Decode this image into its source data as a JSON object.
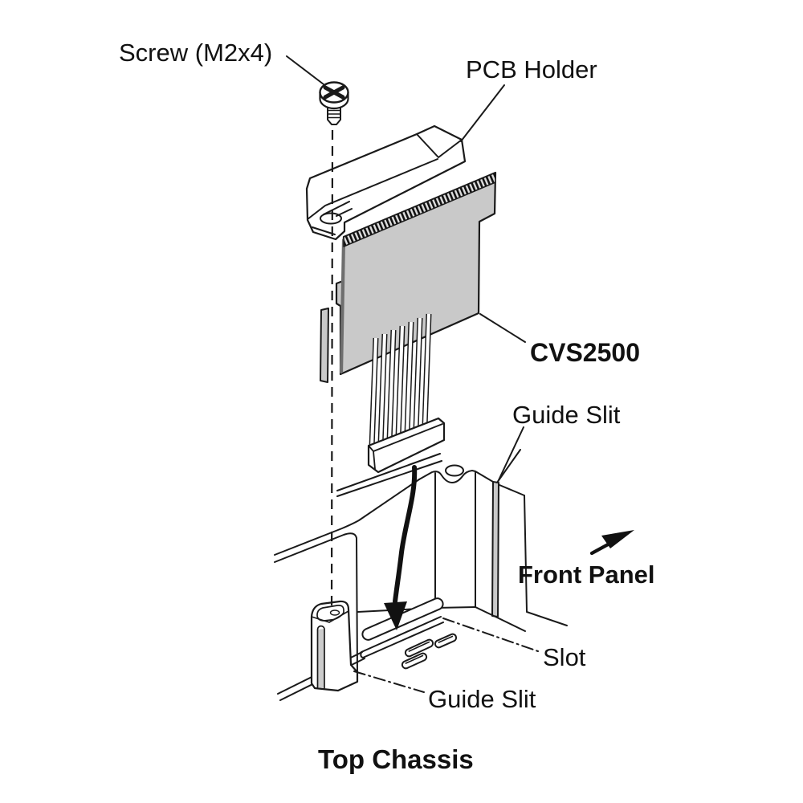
{
  "diagram": {
    "type": "exploded-assembly-installation-diagram",
    "labels": {
      "screw": "Screw (M2x4)",
      "pcb_holder": "PCB Holder",
      "board": "CVS2500",
      "guide_slit_top": "Guide Slit",
      "front_panel": "Front Panel",
      "slot": "Slot",
      "guide_slit_bottom": "Guide Slit",
      "top_chassis": "Top Chassis"
    },
    "colors": {
      "line": "#1a1a1a",
      "pcb_fill": "#c9c9c9",
      "background": "#ffffff"
    }
  }
}
